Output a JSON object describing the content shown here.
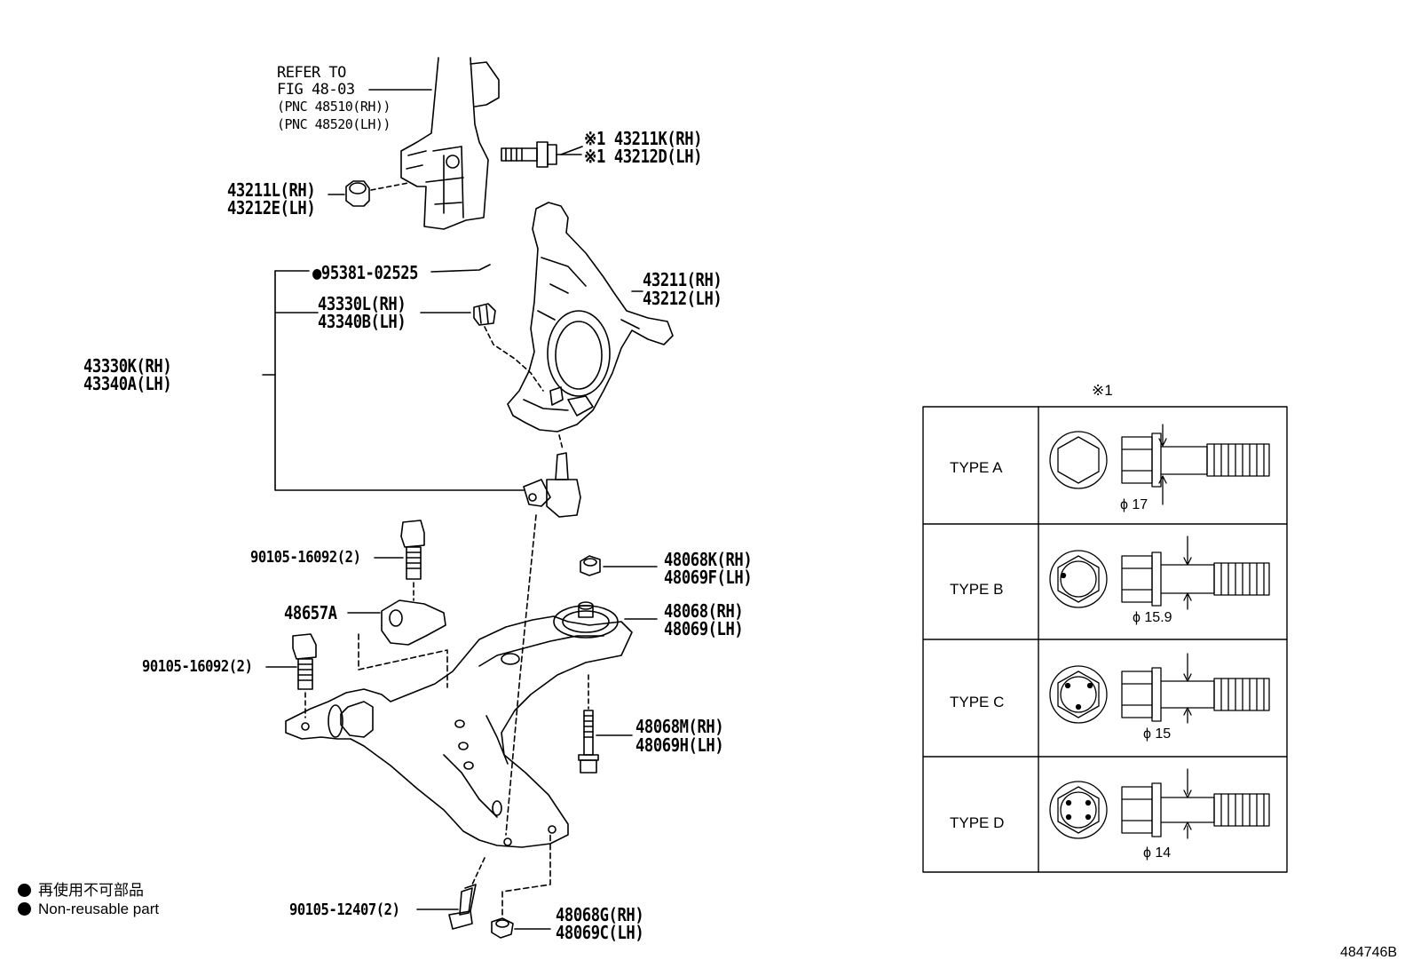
{
  "callouts": {
    "refer_line1": "REFER TO",
    "refer_line2": "FIG 48-03",
    "refer_line3": "(PNC 48510(RH))",
    "refer_line4": "(PNC 48520(LH))",
    "bolt_rh": "※1 43211K(RH)",
    "bolt_lh": "※1 43212D(LH)",
    "nut_rh": "43211L(RH)",
    "nut_lh": "43212E(LH)",
    "cotter_pin": "●95381-02525",
    "joint_nut_rh": "43330L(RH)",
    "joint_nut_lh": "43340B(LH)",
    "knuckle_rh": "43211(RH)",
    "knuckle_lh": "43212(LH)",
    "ball_joint_rh": "43330K(RH)",
    "ball_joint_lh": "43340A(LH)",
    "bolt_upper": "90105-16092(2)",
    "nut_small_rh": "48068K(RH)",
    "nut_small_lh": "48069F(LH)",
    "bracket": "48657A",
    "bushing_rh": "48068(RH)",
    "bushing_lh": "48069(LH)",
    "bolt_lower": "90105-16092(2)",
    "long_bolt_rh": "48068M(RH)",
    "long_bolt_lh": "48069H(LH)",
    "bolt_bottom": "90105-12407(2)",
    "nut_bottom_rh": "48068G(RH)",
    "nut_bottom_lh": "48069C(LH)"
  },
  "type_table": {
    "note": "※1",
    "rows": [
      {
        "type": "TYPE A",
        "diameter": "ϕ 17"
      },
      {
        "type": "TYPE B",
        "diameter": "ϕ 15.9"
      },
      {
        "type": "TYPE C",
        "diameter": "ϕ 15"
      },
      {
        "type": "TYPE D",
        "diameter": "ϕ 14"
      }
    ]
  },
  "legend": {
    "line1": "再使用不可部品",
    "line2": "Non-reusable part"
  },
  "catalog_number": "484746B"
}
